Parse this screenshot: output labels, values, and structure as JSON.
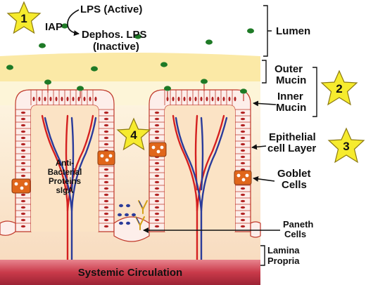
{
  "iap": {
    "enzyme": "IAP",
    "lps_active": "LPS (Active)",
    "lps_inactive_line1": "Dephos. LPS",
    "lps_inactive_line2": "(Inactive)"
  },
  "labels": {
    "lumen": "Lumen",
    "outer_mucin_line1": "Outer",
    "outer_mucin_line2": "Mucin",
    "inner_mucin_line1": "Inner",
    "inner_mucin_line2": "Mucin",
    "epithelial_line1": "Epithelial",
    "epithelial_line2": "cell Layer",
    "goblet_line1": "Goblet",
    "goblet_line2": "Cells",
    "paneth_line1": "Paneth",
    "paneth_line2": "Cells",
    "lamina_line1": "Lamina",
    "lamina_line2": "Propria",
    "antibacterial_line1": "Anti-",
    "antibacterial_line2": "Bacterial",
    "antibacterial_line3": "Proteins",
    "antibacterial_line4": "sIgA",
    "systemic": "Systemic Circulation"
  },
  "stars": [
    "1",
    "2",
    "3",
    "4"
  ],
  "colors": {
    "lps": "#1e7a26",
    "outer_mucin": "#fbe9a6",
    "inner_mucin": "#fdf5d8",
    "lamina": "#fbe3c5",
    "cell_fill": "#fdeeea",
    "nucleus": "#b22222",
    "goblet": "#e0661a",
    "artery": "#d42020",
    "vein": "#2a3b9a",
    "star": "#f6eb2e",
    "systemic": "#c93a4a"
  }
}
